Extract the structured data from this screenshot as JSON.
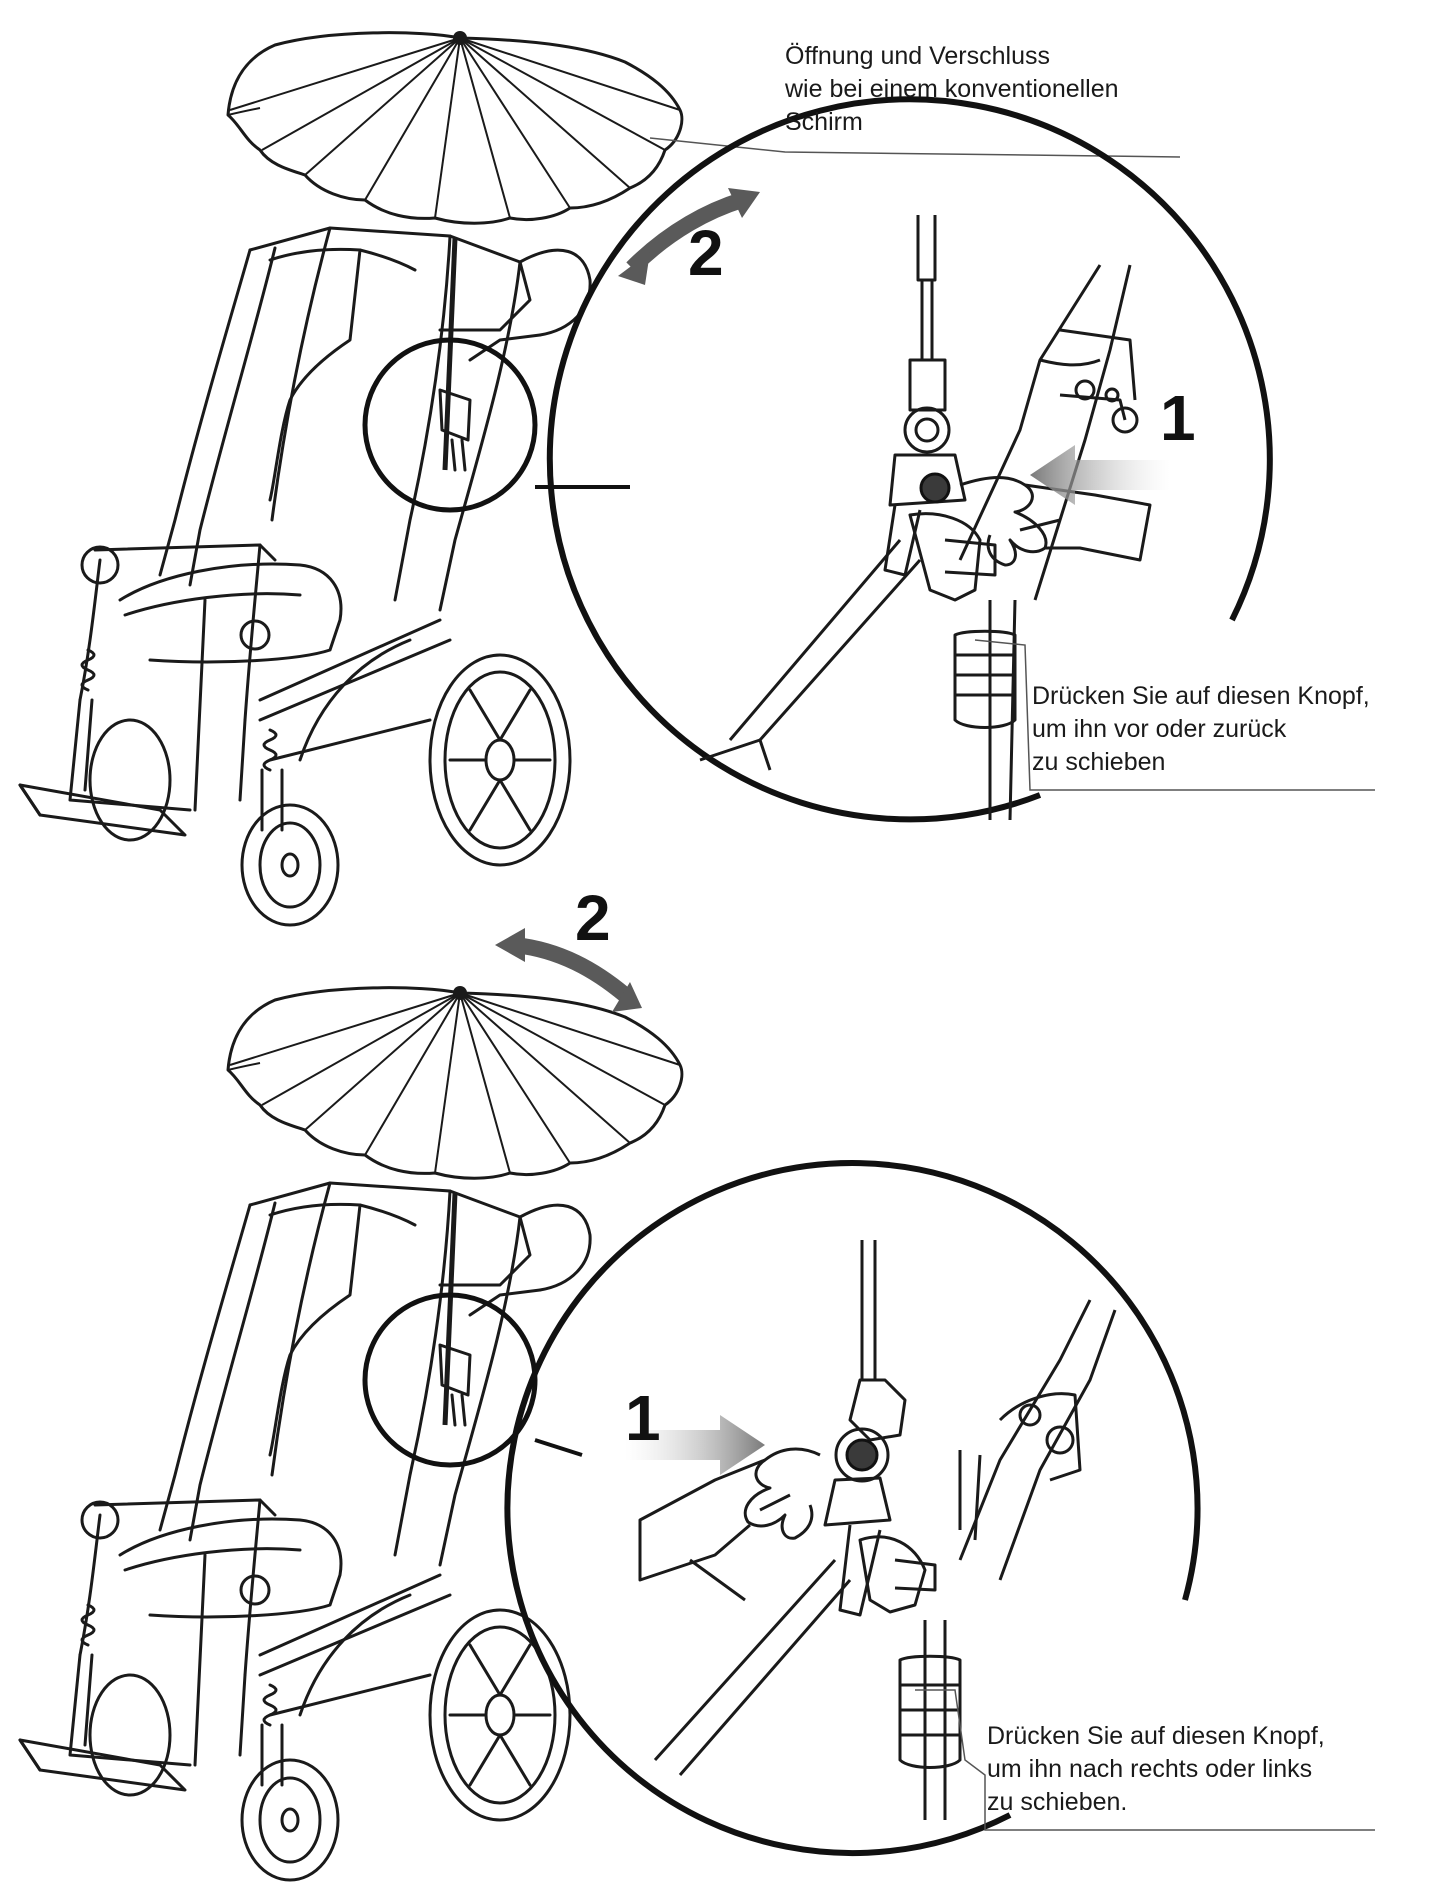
{
  "callouts": {
    "umbrella_open_close": [
      "Öffnung und Verschluss",
      "wie bei einem konventionellen",
      "Schirm"
    ],
    "push_forward_back": [
      "Drücken Sie auf diesen Knopf,",
      "um ihn vor oder zurück",
      "zu schieben"
    ],
    "push_right_left": [
      "Drücken Sie auf diesen Knopf,",
      "um ihn nach rechts oder links",
      "zu schieben."
    ]
  },
  "steps": {
    "top_detail_step": "1",
    "top_tilt_step": "2",
    "bottom_detail_step": "1",
    "bottom_swivel_step": "2"
  },
  "colors": {
    "line": "#1a1a1a",
    "arrow_fill": "#5a5a5a",
    "button": "#3a3a3a"
  }
}
